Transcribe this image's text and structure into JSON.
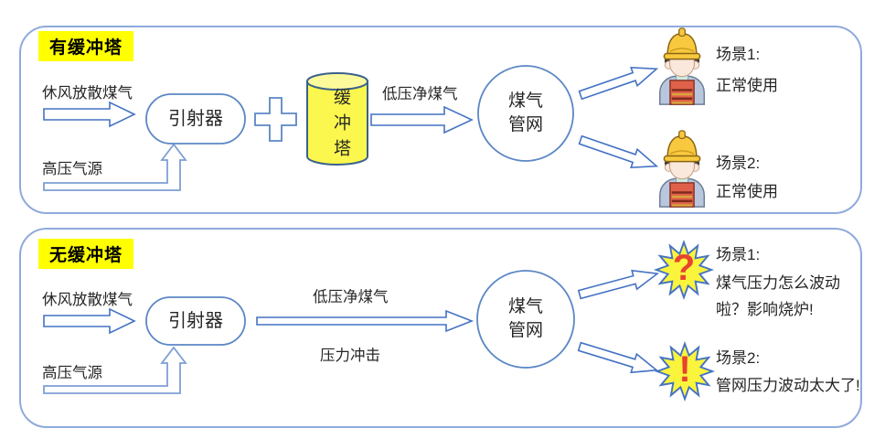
{
  "colors": {
    "panel_border": "#8FAADC",
    "arrow_blue": "#4472C4",
    "shape_blue": "#5B87C5",
    "bent_arrow_blue": "#7F9FD4",
    "highlight_yellow": "#FFFF00",
    "tower_yellow": "#FBF74E",
    "burst_yellow": "#FAF43C",
    "badge_red": "#E8432F"
  },
  "panels": [
    {
      "title": "有缓冲塔",
      "blast_gas": "休风放散煤气",
      "hp_source": "高压气源",
      "ejector": "引射器",
      "tower": "缓冲塔",
      "flow_label": "低压净煤气",
      "network_line1": "煤气",
      "network_line2": "管网",
      "scenes": [
        {
          "label": "场景1:",
          "lines": [
            "正常使用"
          ]
        },
        {
          "label": "场景2:",
          "lines": [
            "正常使用"
          ]
        }
      ]
    },
    {
      "title": "无缓冲塔",
      "blast_gas": "休风放散煤气",
      "hp_source": "高压气源",
      "ejector": "引射器",
      "flow_label_top": "低压净煤气",
      "flow_label_bottom": "压力冲击",
      "network_line1": "煤气",
      "network_line2": "管网",
      "scenes": [
        {
          "label": "场景1:",
          "badge": "?",
          "lines": [
            "煤气压力怎么波动",
            "啦？影响烧炉!"
          ]
        },
        {
          "label": "场景2:",
          "badge": "!",
          "lines": [
            "管网压力波动太大了!"
          ]
        }
      ]
    }
  ]
}
